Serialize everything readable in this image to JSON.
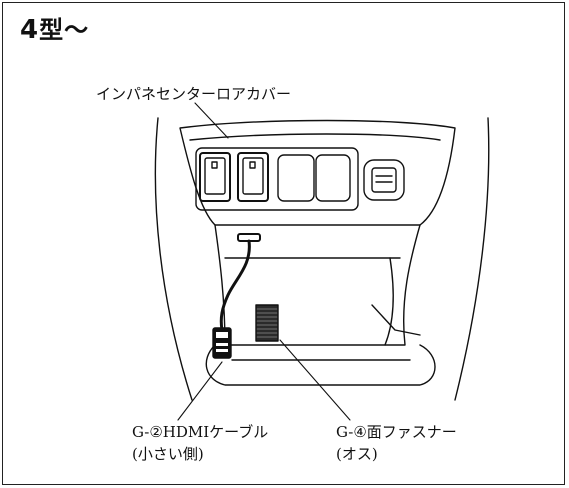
{
  "title": {
    "model_number": "4",
    "model_suffix": "型〜"
  },
  "labels": {
    "panel": "インパネセンターロアカバー",
    "hdmi_line1": "G-②HDMIケーブル",
    "hdmi_line2": "(小さい側)",
    "fastener_line1": "G-④面ファスナー",
    "fastener_line2": "(オス)"
  },
  "colors": {
    "line": "#111111",
    "fastener_fill": "#2a2a2a",
    "background": "#ffffff"
  }
}
